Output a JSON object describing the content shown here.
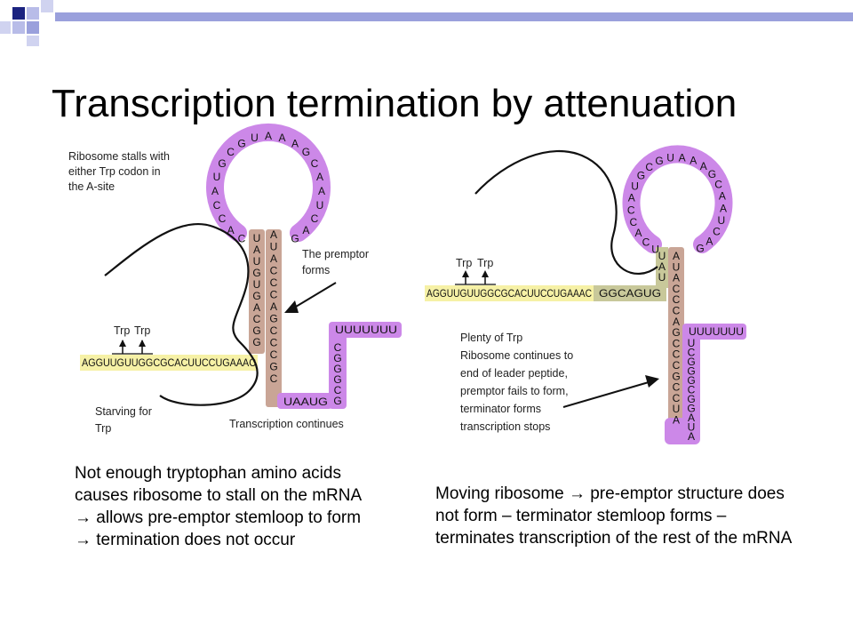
{
  "slide": {
    "title": "Transcription termination by attenuation",
    "caption_left": "Not enough tryptophan amino acids causes ribosome to stall on the mRNA → allows pre-emptor stemloop to form → termination does not occur",
    "caption_right": "Moving ribosome → pre-emptor structure does not form – terminator stemloop forms – terminates transcription of the rest of the mRNA"
  },
  "diagram_left": {
    "label_stall": [
      "Ribosome stalls with",
      "either Trp codon in",
      "the A-site"
    ],
    "label_premptor": [
      "The premptor",
      "forms"
    ],
    "label_starving": [
      "Starving for",
      "Trp"
    ],
    "label_continues": "Transcription continues",
    "trp_labels": [
      "Trp",
      "Trp"
    ],
    "leader_seq": "AGGUUGUUGGCGCACUUCCUGAAAC",
    "loop_seq": "CACCAUGCGUAAAGCAAUCAG",
    "stem_left": "UAUGUGACGG",
    "stem_right": "AUACCCAGCCCGC",
    "tail_bottom": "UAAUG",
    "term_right": "CGGGCG",
    "poly_u": "UUUUUUU"
  },
  "diagram_right": {
    "label_plenty": [
      "Plenty of Trp",
      "Ribosome continues to",
      "end of leader peptide,",
      "premptor fails to form,",
      "terminator forms",
      "transcription stops"
    ],
    "trp_labels": [
      "Trp",
      "Trp"
    ],
    "leader_seq": "AGGUUGUUGGCGCACUUCCUGAAAC",
    "leader_tail": "GGCAGUG",
    "loop_seq": "UCACCAUGCGUAAAGCAAUCAG",
    "stem_top": "UAU",
    "stem_left": "AUACCCAGCCCGCCUA",
    "stem_right": "UCGGGCGGAUA",
    "poly_u": "UUUUUUU"
  },
  "colors": {
    "purple": "#cc88e8",
    "tan": "#c9a596",
    "yellow": "#f6f1a6",
    "khaki": "#c8c89a",
    "deco_navy": "#1b2380",
    "deco_lavender": "#9aa0dc"
  }
}
